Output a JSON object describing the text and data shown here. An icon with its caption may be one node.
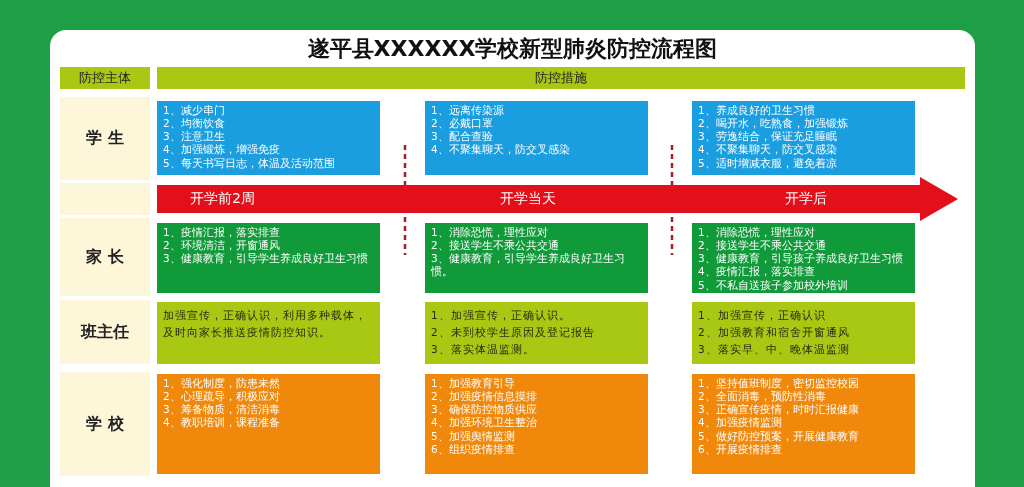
{
  "diagram": {
    "title": "遂平县XXXXXX学校新型肺炎防控流程图",
    "nodes": [
      {
        "text": [
          "防控主体"
        ]
      },
      {
        "text": [
          "防控措施"
        ]
      },
      {
        "text": [
          "学 生"
        ]
      },
      {
        "text": [
          "1、减少串门",
          "2、均衡饮食",
          "3、注意卫生",
          "4、加强锻炼，增强免疫",
          "5、每天书写日志，体温及活动范围"
        ]
      },
      {
        "text": [
          "1、远离传染源",
          "2、必戴口罩",
          "3、配合查验",
          "4、不聚集聊天，防交叉感染"
        ]
      },
      {
        "text": [
          "1、养成良好的卫生习惯",
          "2、喝开水，吃熟食，加强锻炼",
          "3、劳逸结合，保证充足睡眠",
          "4、不聚集聊天，防交叉感染",
          "5、适时增减衣服，避免着凉"
        ]
      },
      {
        "text": [
          "开学前2周",
          "开学当天",
          "开学后"
        ]
      },
      {
        "text": [
          "家 长"
        ]
      },
      {
        "text": [
          "1、疫情汇报，落实排查",
          "2、环境清洁，开窗通风",
          "3、健康教育，引导学生养成良好卫生习惯"
        ]
      },
      {
        "text": [
          "1、消除恐慌，理性应对",
          "2、接送学生不乘公共交通",
          "3、健康教育，引导学生养成良好卫生习惯。"
        ]
      },
      {
        "text": [
          "1、消除恐慌，理性应对",
          "2、接送学生不乘公共交通",
          "3、健康教育，引导孩子养成良好卫生习惯",
          "4、疫情汇报，落实排查",
          "5、不私自送孩子参加校外培训"
        ]
      },
      {
        "text": [
          "班主任"
        ]
      },
      {
        "text": [
          "加强宣传，正确认识，利用多种载体，及时向家长推送疫情防控知识。"
        ]
      },
      {
        "text": [
          "1、加强宣传，正确认识。",
          "2、未到校学生原因及登记报告",
          "3、落实体温监测。"
        ]
      },
      {
        "text": [
          "1、加强宣传，正确认识",
          "2、加强教育和宿舍开窗通风",
          "3、落实早、中、晚体温监测"
        ]
      },
      {
        "text": [
          "学 校"
        ]
      },
      {
        "text": [
          "1、强化制度，防患未然",
          "2、心理疏导，积极应对",
          "3、筹备物质，清洁消毒",
          "4、教职培训，课程准备"
        ]
      },
      {
        "text": [
          "1、加强教育引导",
          "2、加强疫情信息摸排",
          "3、确保防控物质供应",
          "4、加强环境卫生整治",
          "5、加强舆情监测",
          "6、组织疫情排查"
        ]
      },
      {
        "text": [
          "1、坚持值班制度，密切监控校园",
          "2、全面消毒，预防性消毒",
          "3、正确宣传疫情，时时汇报健康",
          "4、加强疫情监测",
          "5、做好防控预案，开展健康教育",
          "6、开展疫情排查"
        ]
      }
    ]
  }
}
